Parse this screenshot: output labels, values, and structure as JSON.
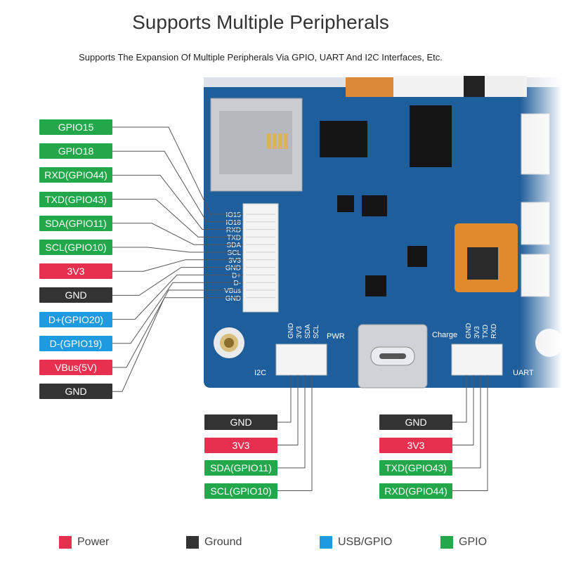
{
  "title": "Supports Multiple Peripherals",
  "subtitle": "Supports The Expansion Of Multiple Peripherals Via GPIO, UART And I2C Interfaces, Etc.",
  "colors": {
    "power": "#e7304f",
    "ground": "#333333",
    "usb_gpio": "#1e9ae0",
    "gpio": "#22a84a",
    "board": "#1f5e9c"
  },
  "left_pins": [
    {
      "label": "GPIO15",
      "type": "gpio"
    },
    {
      "label": "GPIO18",
      "type": "gpio"
    },
    {
      "label": "RXD(GPIO44)",
      "type": "gpio"
    },
    {
      "label": "TXD(GPIO43)",
      "type": "gpio"
    },
    {
      "label": "SDA(GPIO11)",
      "type": "gpio"
    },
    {
      "label": "SCL(GPIO10)",
      "type": "gpio"
    },
    {
      "label": "3V3",
      "type": "power"
    },
    {
      "label": "GND",
      "type": "ground"
    },
    {
      "label": "D+(GPIO20)",
      "type": "usb"
    },
    {
      "label": "D-(GPIO19)",
      "type": "usb"
    },
    {
      "label": "VBus(5V)",
      "type": "power"
    },
    {
      "label": "GND",
      "type": "ground"
    }
  ],
  "header_silk": [
    "IO15",
    "IO18",
    "RXD",
    "TXD",
    "SDA",
    "SCL",
    "3V3",
    "GND",
    "D+",
    "D-",
    "VBus",
    "GND"
  ],
  "i2c_pins": [
    {
      "label": "GND",
      "type": "ground"
    },
    {
      "label": "3V3",
      "type": "power"
    },
    {
      "label": "SDA(GPIO11)",
      "type": "gpio"
    },
    {
      "label": "SCL(GPIO10)",
      "type": "gpio"
    }
  ],
  "i2c_silk": [
    "GND",
    "3V3",
    "SDA",
    "SCL"
  ],
  "uart_pins": [
    {
      "label": "GND",
      "type": "ground"
    },
    {
      "label": "3V3",
      "type": "power"
    },
    {
      "label": "TXD(GPIO43)",
      "type": "gpio"
    },
    {
      "label": "RXD(GPIO44)",
      "type": "gpio"
    }
  ],
  "uart_silk": [
    "GND",
    "3V3",
    "TXD",
    "RXD"
  ],
  "board_labels": {
    "i2c": "I2C",
    "uart": "UART",
    "pwr": "PWR",
    "charge": "Charge"
  },
  "legend": [
    {
      "label": "Power",
      "type": "power"
    },
    {
      "label": "Ground",
      "type": "ground"
    },
    {
      "label": "USB/GPIO",
      "type": "usb"
    },
    {
      "label": "GPIO",
      "type": "gpio"
    }
  ]
}
